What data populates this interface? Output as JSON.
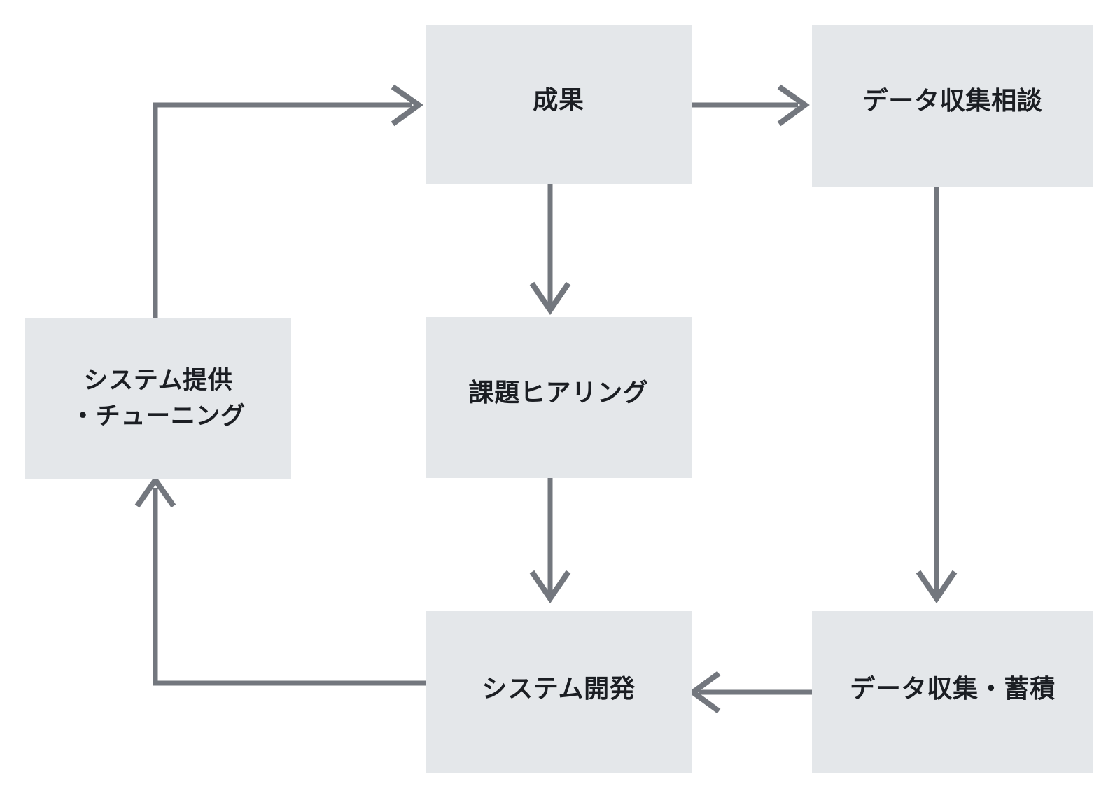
{
  "diagram": {
    "title": "",
    "background_color": "#ffffff",
    "node_fill_color": "#e4e7ea",
    "node_text_color": "#1b1e23",
    "edge_color": "#73777e",
    "nodes": [
      {
        "id": "seika",
        "label": "成果"
      },
      {
        "id": "soudan",
        "label": "データ収集相談"
      },
      {
        "id": "teikyo",
        "label": "システム提供\n・チューニング"
      },
      {
        "id": "hearing",
        "label": "課題ヒアリング"
      },
      {
        "id": "kaihatsu",
        "label": "システム開発"
      },
      {
        "id": "chikuseki",
        "label": "データ収集・蓄積"
      }
    ],
    "edges": [
      {
        "id": "teikyo-to-seika",
        "from": "システム提供・チューニング",
        "to": "成果",
        "style": "elbow-right",
        "arrowhead": "open-chevron"
      },
      {
        "id": "seika-to-soudan",
        "from": "成果",
        "to": "データ収集相談",
        "style": "straight-right",
        "arrowhead": "open-chevron"
      },
      {
        "id": "seika-to-hearing",
        "from": "成果",
        "to": "課題ヒアリング",
        "style": "straight-down",
        "arrowhead": "open-chevron"
      },
      {
        "id": "soudan-to-chikuseki",
        "from": "データ収集相談",
        "to": "データ収集・蓄積",
        "style": "straight-down",
        "arrowhead": "open-chevron"
      },
      {
        "id": "hearing-to-kaihatsu",
        "from": "課題ヒアリング",
        "to": "システム開発",
        "style": "straight-down",
        "arrowhead": "open-chevron"
      },
      {
        "id": "chikuseki-to-kaihatsu",
        "from": "データ収集・蓄積",
        "to": "システム開発",
        "style": "straight-left",
        "arrowhead": "open-chevron"
      },
      {
        "id": "kaihatsu-to-teikyo",
        "from": "システム開発",
        "to": "システム提供・チューニング",
        "style": "elbow-up",
        "arrowhead": "open-chevron"
      }
    ]
  }
}
